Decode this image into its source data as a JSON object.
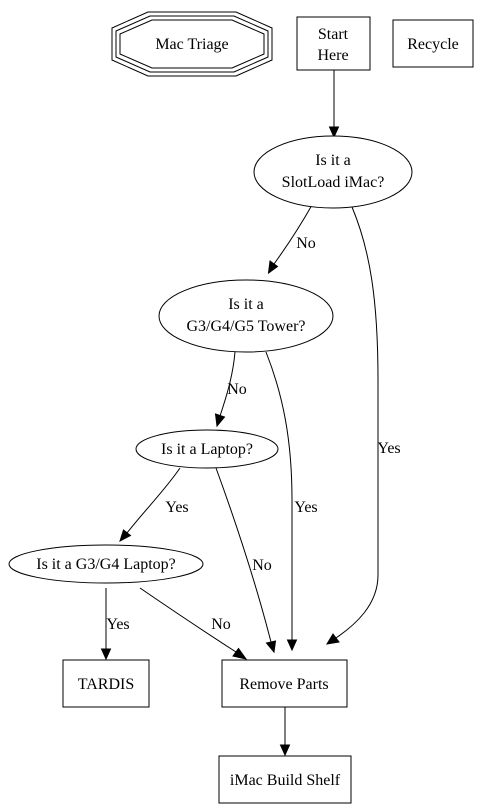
{
  "diagram": {
    "type": "flowchart",
    "nodes": {
      "mac_triage": {
        "label": "Mac Triage"
      },
      "start_here": {
        "lines": [
          "Start",
          "Here"
        ]
      },
      "recycle": {
        "label": "Recycle"
      },
      "slotload_q": {
        "lines": [
          "Is it a",
          "SlotLoad iMac?"
        ]
      },
      "tower_q": {
        "lines": [
          "Is it a",
          "G3/G4/G5 Tower?"
        ]
      },
      "laptop_q": {
        "label": "Is it a Laptop?"
      },
      "g3g4_laptop_q": {
        "label": "Is it a G3/G4 Laptop?"
      },
      "tardis": {
        "label": "TARDIS"
      },
      "remove_parts": {
        "label": "Remove Parts"
      },
      "imac_build_shelf": {
        "label": "iMac Build Shelf"
      }
    },
    "edges": [
      {
        "from": "start_here",
        "to": "slotload_q",
        "label": ""
      },
      {
        "from": "slotload_q",
        "to": "tower_q",
        "label": "No"
      },
      {
        "from": "slotload_q",
        "to": "remove_parts",
        "label": "Yes"
      },
      {
        "from": "tower_q",
        "to": "laptop_q",
        "label": "No"
      },
      {
        "from": "tower_q",
        "to": "remove_parts",
        "label": "Yes"
      },
      {
        "from": "laptop_q",
        "to": "g3g4_laptop_q",
        "label": "Yes"
      },
      {
        "from": "laptop_q",
        "to": "remove_parts",
        "label": "No"
      },
      {
        "from": "g3g4_laptop_q",
        "to": "tardis",
        "label": "Yes"
      },
      {
        "from": "g3g4_laptop_q",
        "to": "remove_parts",
        "label": "No"
      },
      {
        "from": "remove_parts",
        "to": "imac_build_shelf",
        "label": ""
      }
    ]
  }
}
